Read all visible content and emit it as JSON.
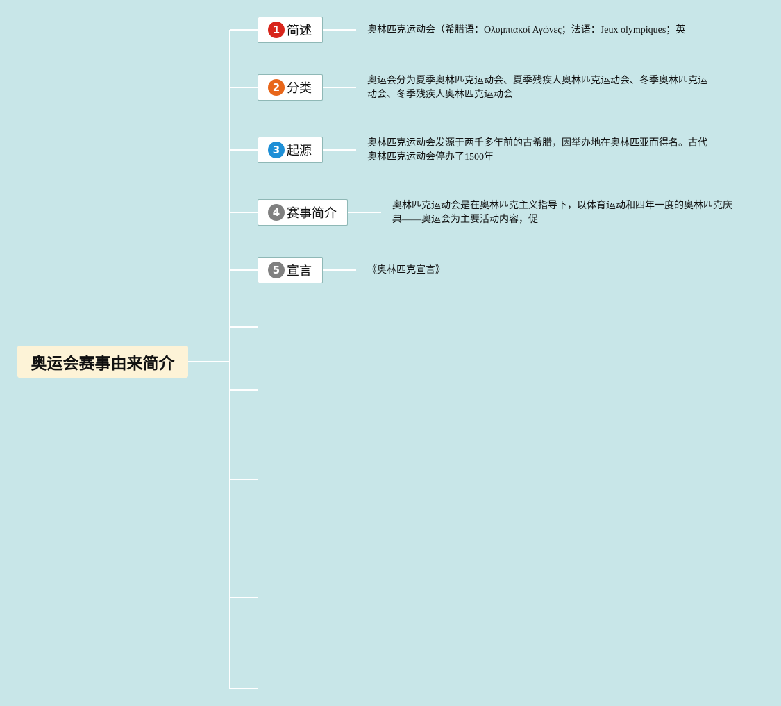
{
  "root": {
    "label": "奥运会赛事由来简介"
  },
  "topics": [
    {
      "number": "1",
      "label": "简述",
      "badge_color": "#d8261c",
      "description": "奥林匹克运动会（希腊语：Ολυμπιακοί Αγώνες；法语：Jeux olympiques；英"
    },
    {
      "number": "2",
      "label": "分类",
      "badge_color": "#e8661a",
      "description": "奥运会分为夏季奥林匹克运动会、夏季残疾人奥林匹克运动会、冬季奥林匹克运动会、冬季残疾人奥林匹克运动会"
    },
    {
      "number": "3",
      "label": "起源",
      "badge_color": "#1e8fd6",
      "description": "奥林匹克运动会发源于两千多年前的古希腊，因举办地在奥林匹亚而得名。古代奥林匹克运动会停办了1500年"
    },
    {
      "number": "4",
      "label": "赛事简介",
      "badge_color": "#808080",
      "description": "奥林匹克运动会是在奥林匹克主义指导下，以体育运动和四年一度的奥林匹克庆典——奥运会为主要活动内容，促"
    },
    {
      "number": "5",
      "label": "宣言",
      "badge_color": "#808080",
      "description": "《奥林匹克宣言》"
    }
  ],
  "colors": {
    "background": "#c8e6e8",
    "connector": "#ffffff",
    "root_fill": "#fdf3d7",
    "topic_border": "#8fb8b6"
  }
}
